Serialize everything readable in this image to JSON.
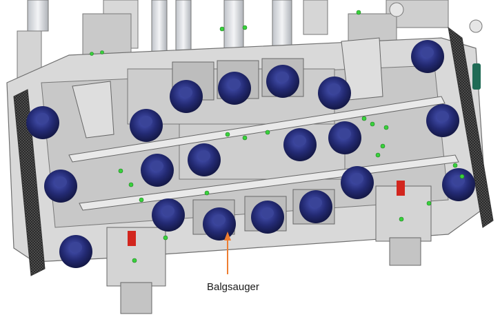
{
  "figure": {
    "callout_label": "Balgsauger",
    "colors": {
      "background": "#ffffff",
      "frame_light": "#d9d9d9",
      "frame_mid": "#bdbdbd",
      "frame_dark": "#6f6f6f",
      "suction_cup": "#232a73",
      "suction_cup_highlight": "#4a56b8",
      "green_marker": "#39d13c",
      "red_marker": "#d2261e",
      "callout_arrow": "#ee7d31",
      "mesh_panel": "#3a3a3a",
      "teal_connector": "#1f6b55"
    },
    "components": [
      "gripper-frame",
      "upper-rail",
      "lower-rail",
      "side-mesh-panel-left",
      "side-mesh-panel-right",
      "suction-cup",
      "cylinder-module",
      "pneumatic-fitting",
      "bottom-clamp-left",
      "bottom-clamp-right"
    ]
  }
}
